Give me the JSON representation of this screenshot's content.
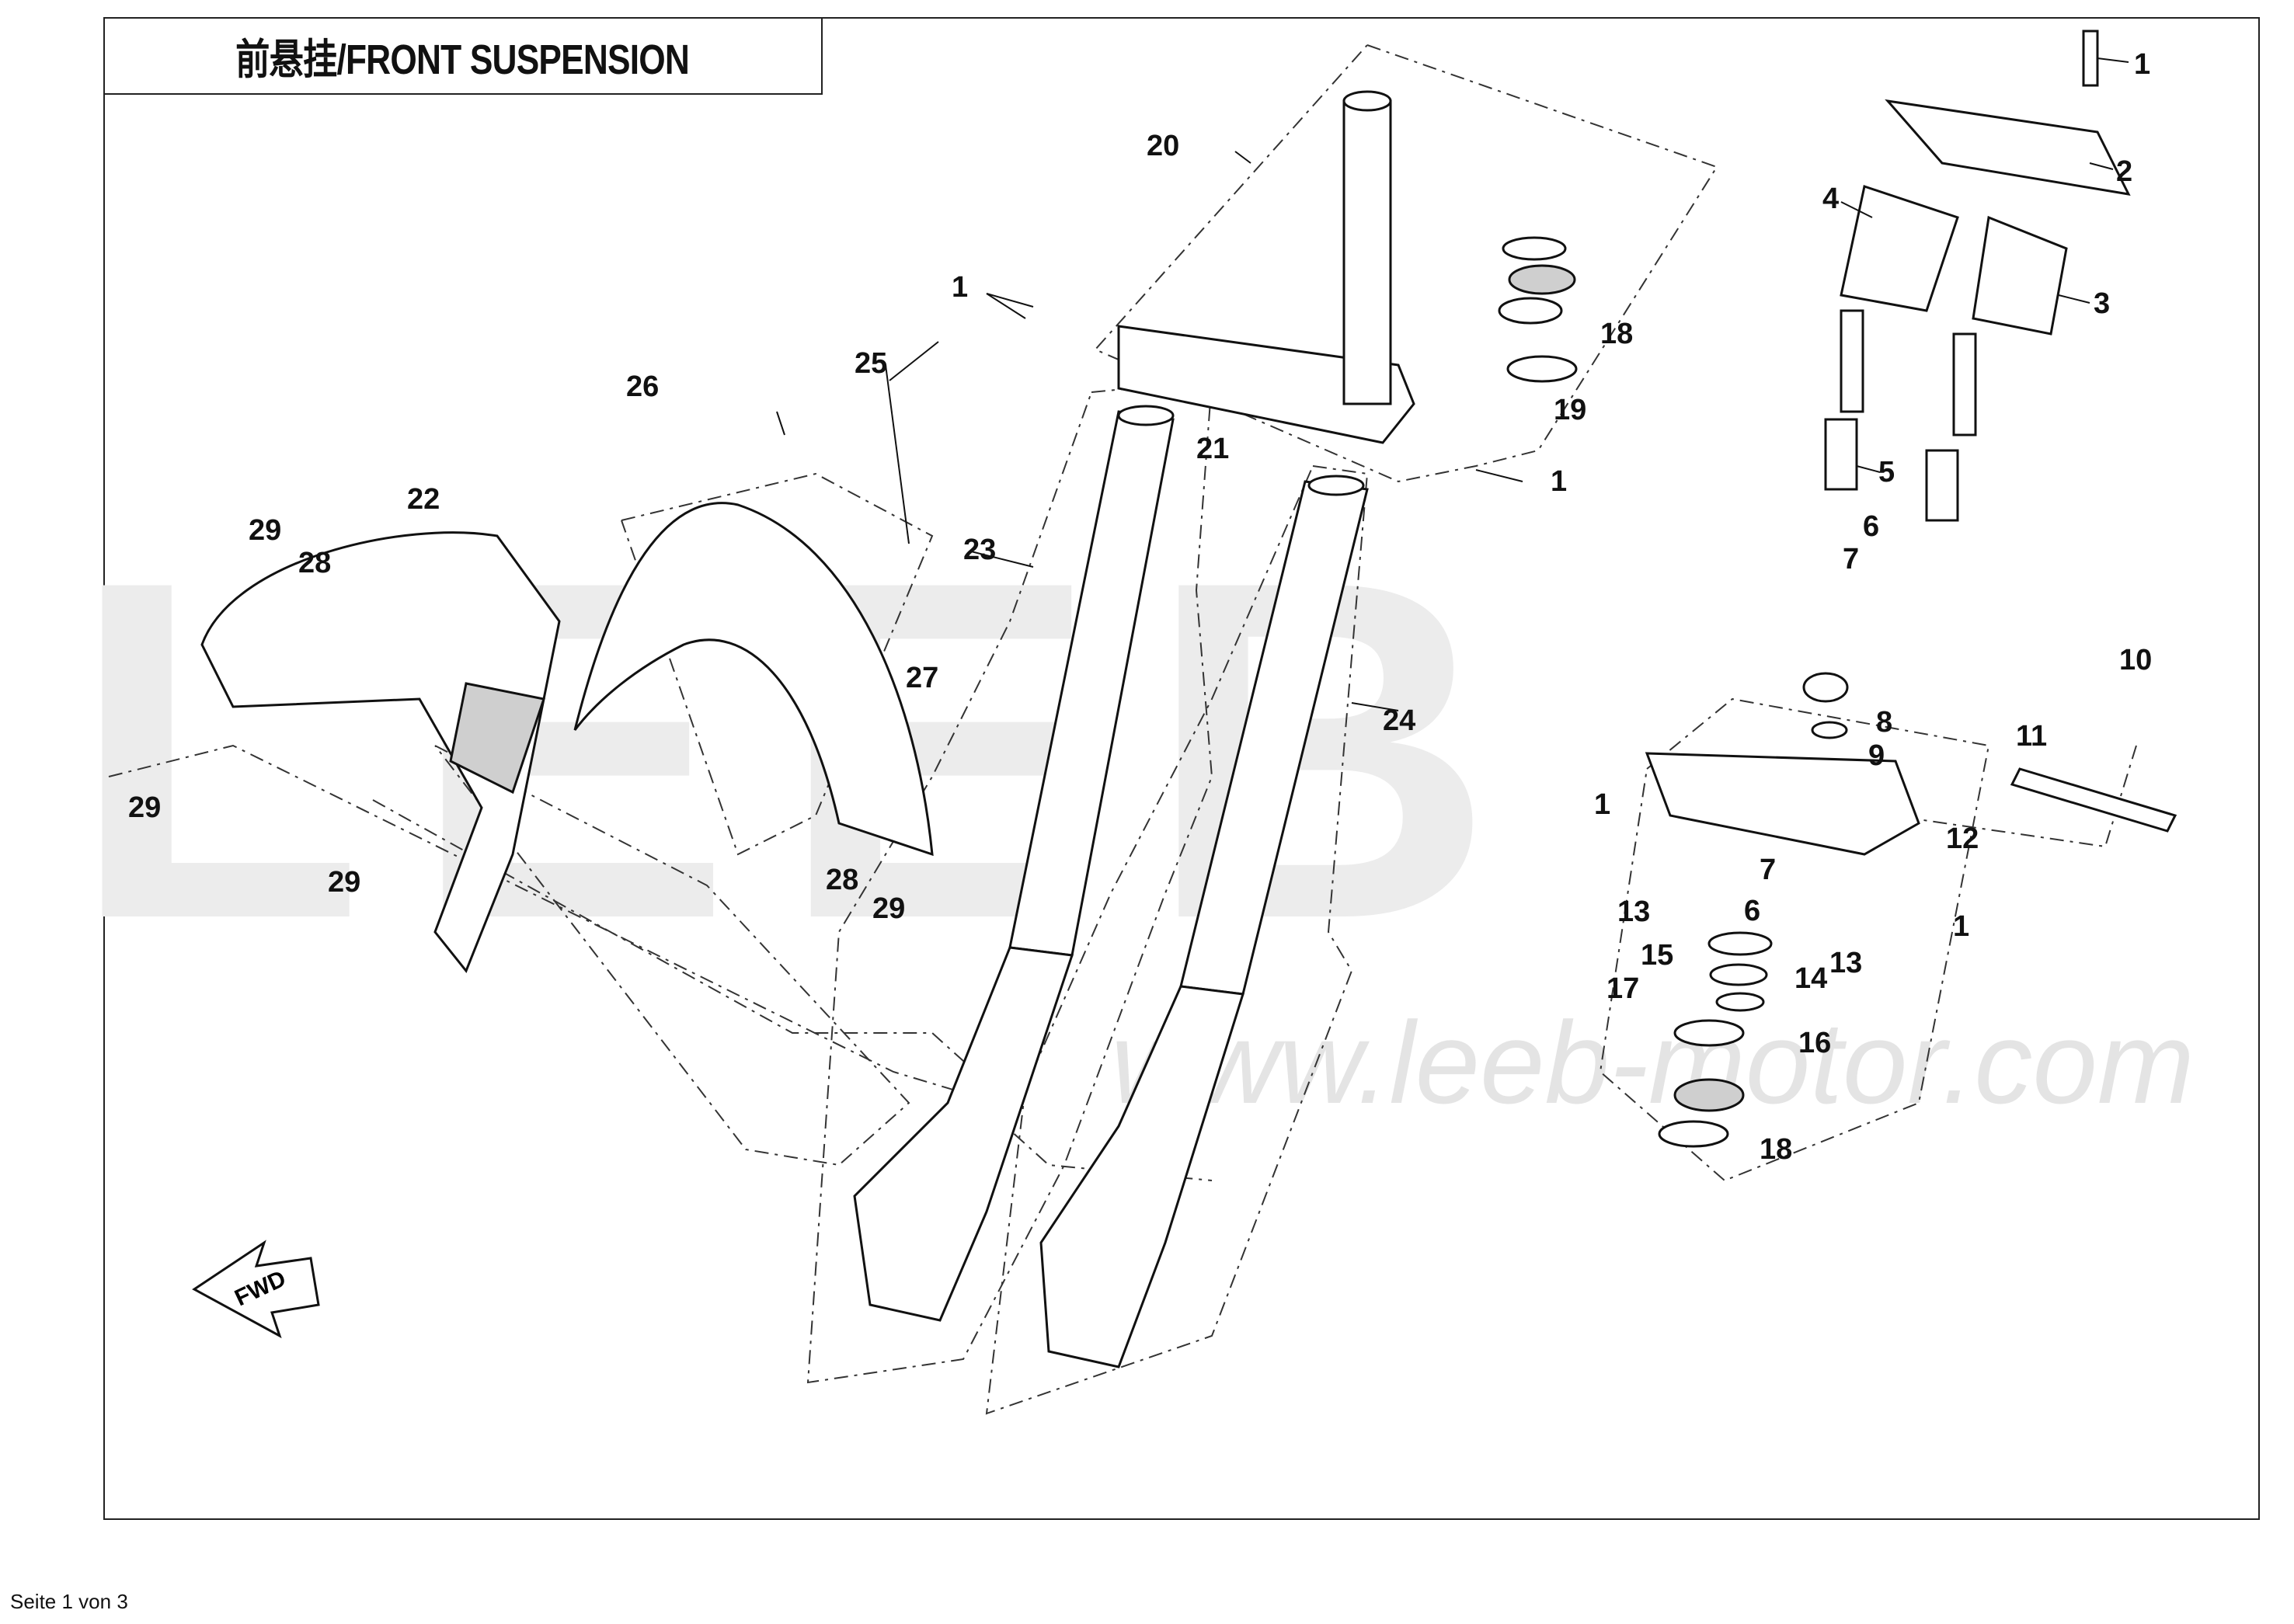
{
  "title": "前悬挂/FRONT SUSPENSION",
  "footer": "Seite 1 von 3",
  "watermark": {
    "brand": "LEEB",
    "url": "www.leeb-motor.com"
  },
  "direction_label": "FWD",
  "callouts": {
    "c1a": "1",
    "c1b": "1",
    "c1c": "1",
    "c1d": "1",
    "c1e": "1",
    "c2": "2",
    "c3": "3",
    "c4": "4",
    "c5": "5",
    "c6a": "6",
    "c6b": "6",
    "c7a": "7",
    "c7b": "7",
    "c8": "8",
    "c9": "9",
    "c10": "10",
    "c11": "11",
    "c12": "12",
    "c13a": "13",
    "c13b": "13",
    "c14": "14",
    "c15": "15",
    "c16": "16",
    "c17": "17",
    "c18a": "18",
    "c18b": "18",
    "c19": "19",
    "c20": "20",
    "c21": "21",
    "c22": "22",
    "c23": "23",
    "c24": "24",
    "c25": "25",
    "c26": "26",
    "c27": "27",
    "c28a": "28",
    "c28b": "28",
    "c29a": "29",
    "c29b": "29",
    "c29c": "29",
    "c29d": "29"
  }
}
